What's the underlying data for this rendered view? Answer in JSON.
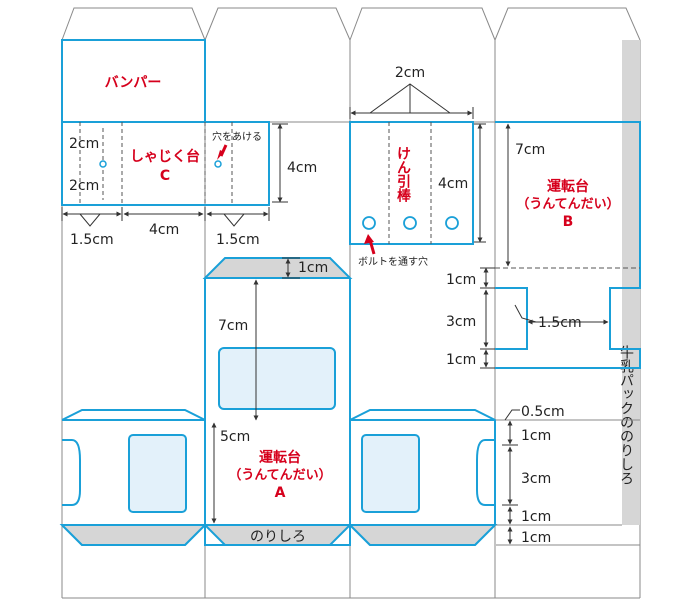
{
  "parts": {
    "bumper": "バンパー",
    "chassis_c": {
      "name": "しゃじく台",
      "letter": "C"
    },
    "hole_note": "穴をあける",
    "axle": "けん引棒",
    "bolt_note": "ボルトを通す穴",
    "platform_b": {
      "name": "運転台",
      "reading": "（うんてんだい）",
      "letter": "B"
    },
    "platform_a": {
      "name": "運転台",
      "reading": "（うんてんだい）",
      "letter": "A"
    },
    "glue_tab": "のりしろ",
    "carton_glue_tab": "牛乳パックののりしろ"
  },
  "dimensions": {
    "d_2cm_top": "2cm",
    "d_2cm_c1": "2cm",
    "d_2cm_c2": "2cm",
    "d_4cm_c": "4cm",
    "d_1_5cm_c1": "1.5cm",
    "d_4cm_cw": "4cm",
    "d_1_5cm_c2": "1.5cm",
    "d_4cm_axle": "4cm",
    "d_7cm_b": "7cm",
    "d_1cm_b1": "1cm",
    "d_3cm_b": "3cm",
    "d_1cm_b2": "1cm",
    "d_1_5cm_b": "1.5cm",
    "d_1cm_a": "1cm",
    "d_7cm_a": "7cm",
    "d_5cm_a": "5cm",
    "d_0_5cm": "0.5cm",
    "d_1cm_s1": "1cm",
    "d_3cm_s": "3cm",
    "d_1cm_s2": "1cm",
    "d_1cm_s3": "1cm"
  },
  "colors": {
    "cut_line": "#1aa0d8",
    "label_red": "#d6001c",
    "window_fill": "#e3f1fa",
    "glue_gray": "#d6d6d6"
  }
}
